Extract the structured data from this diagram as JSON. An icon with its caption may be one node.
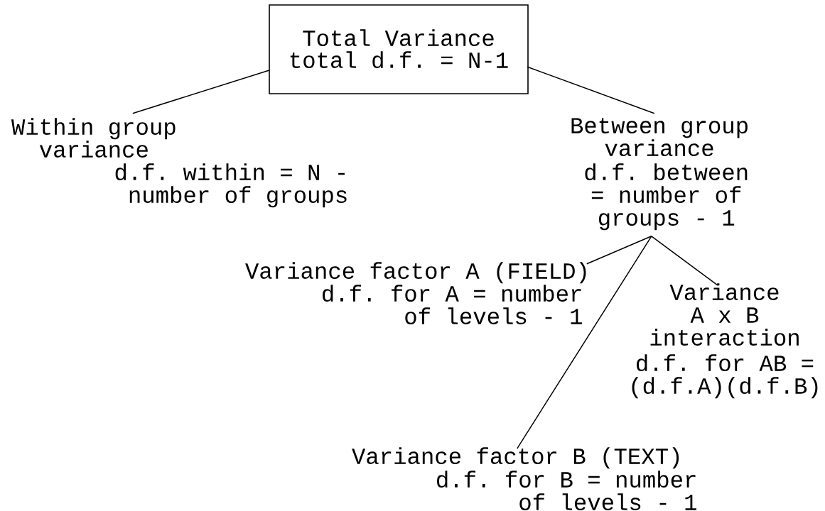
{
  "diagram": {
    "nodes": [
      {
        "text": [
          "Total Variance",
          "total d.f. = N-1"
        ]
      },
      {
        "text": [
          "Within group variance",
          "d.f. within = N - number of groups"
        ]
      },
      {
        "text": [
          "Between group variance",
          "d.f. between = number of groups - 1"
        ]
      },
      {
        "text": [
          "Variance factor A (FIELD)",
          "d.f. for A = number of levels - 1"
        ]
      },
      {
        "text": [
          "Variance A x B interaction",
          "d.f. for AB = (d.f.A)(d.f.B)"
        ]
      },
      {
        "text": [
          "Variance factor B (TEXT)",
          "d.f. for B = number of levels - 1"
        ]
      }
    ],
    "edges": [
      {
        "from": 0,
        "to": 1,
        "arrow": "none"
      },
      {
        "from": 0,
        "to": 2,
        "arrow": "none"
      },
      {
        "from": 2,
        "to": 3,
        "arrow": "none"
      },
      {
        "from": 2,
        "to": 4,
        "arrow": "none"
      },
      {
        "from": 2,
        "to": 5,
        "arrow": "none"
      }
    ]
  }
}
